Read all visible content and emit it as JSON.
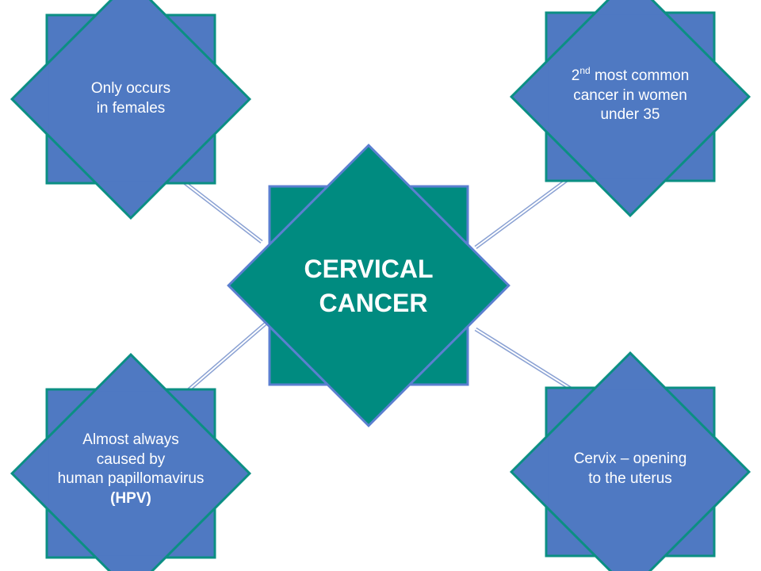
{
  "center": {
    "lines": [
      "CERVICAL",
      "CANCER"
    ],
    "fill": "#008b80",
    "outline": "#5b7fd0"
  },
  "nodes": {
    "top_left": {
      "lines": [
        "Only occurs",
        "in females"
      ]
    },
    "top_right": {
      "sup_base": "2",
      "sup_text": "nd",
      "line1_rest": " most common",
      "lines": [
        "cancer in women",
        "under 35"
      ]
    },
    "bottom_left": {
      "lines": [
        "Almost always",
        "caused by",
        "human papillomavirus"
      ],
      "bold_line": "(HPV)"
    },
    "bottom_right": {
      "lines": [
        "Cervix – opening",
        "to the uterus"
      ]
    }
  },
  "colors": {
    "node_fill": "#4f79c2",
    "node_outline": "#0b8f83",
    "connector": "#8aa1d3"
  }
}
